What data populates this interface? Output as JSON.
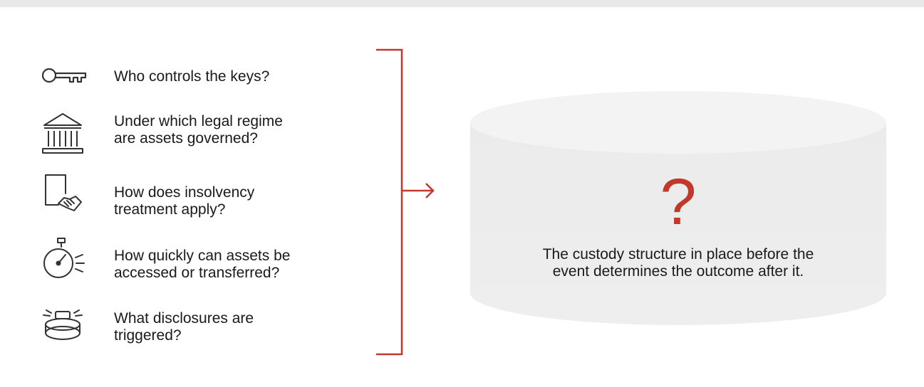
{
  "questions": [
    {
      "icon": "key-icon",
      "text": "Who controls the keys?"
    },
    {
      "icon": "bank-building-icon",
      "text": "Under which legal regime\nare assets governed?"
    },
    {
      "icon": "handshake-document-icon",
      "text": "How does insolvency\ntreatment apply?"
    },
    {
      "icon": "stopwatch-icon",
      "text": "How quickly can assets be\naccessed or transferred?"
    },
    {
      "icon": "alarm-button-icon",
      "text": "What disclosures are\ntriggered?"
    }
  ],
  "outcome": {
    "symbol": "?",
    "caption": "The custody structure in place before the\nevent determines the outcome after it."
  },
  "colors": {
    "accent": "#c0392b",
    "cylinder_body": "#ececec",
    "cylinder_top": "#f3f3f3",
    "icon_stroke": "#333333",
    "text": "#1a1a1a"
  }
}
